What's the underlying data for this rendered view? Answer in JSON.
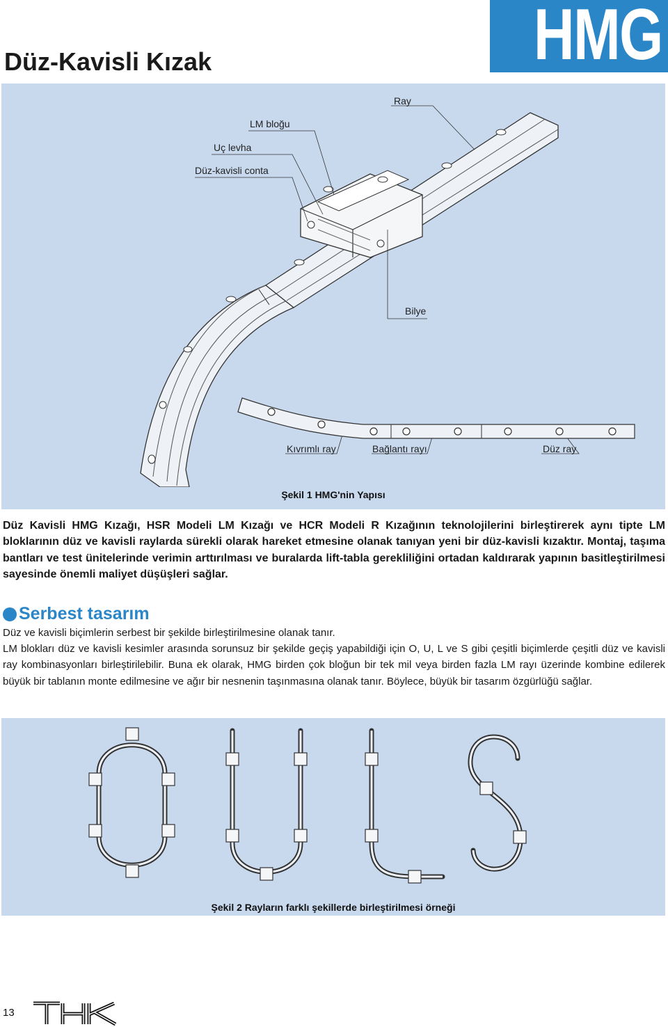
{
  "brand": "HMG",
  "title": "Düz-Kavisli Kızak",
  "figure1": {
    "labels": {
      "rail": "Ray",
      "lm_block": "LM bloğu",
      "end_plate": "Uç levha",
      "seal": "Düz-kavisli conta",
      "ball": "Bilye",
      "curved_rail": "Kıvrımlı ray",
      "joint_rail": "Bağlantı rayı",
      "straight_rail": "Düz ray"
    },
    "caption": "Şekil 1 HMG'nin Yapısı"
  },
  "intro": "Düz Kavisli HMG Kızağı, HSR Modeli LM Kızağı ve HCR Modeli R Kızağının teknolojilerini birleştirerek aynı tipte LM bloklarının düz ve kavisli raylarda sürekli olarak hareket etmesine olanak tanıyan yeni bir düz-kavisli kızaktır. Montaj, taşıma bantları ve test ünitelerinde verimin arttırılması ve buralarda lift-tabla gerekliliğini ortadan kaldırarak yapının basitleştirilmesi sayesinde önemli maliyet düşüşleri sağlar.",
  "section": {
    "title": "Serbest tasarım",
    "line1": "Düz ve kavisli biçimlerin serbest bir şekilde birleştirilmesine olanak tanır.",
    "paragraph": "LM blokları düz ve kavisli kesimler arasında sorunsuz bir şekilde geçiş yapabildiği için O, U, L ve S gibi çeşitli biçimlerde çeşitli düz ve kavisli ray kombinasyonları birleştirilebilir. Buna ek olarak, HMG birden çok bloğun bir tek mil veya birden fazla LM rayı üzerinde kombine edilerek büyük bir tablanın monte edilmesine ve ağır bir nesnenin taşınmasına olanak tanır. Böylece, büyük bir tasarım özgürlüğü sağlar."
  },
  "figure2": {
    "caption": "Şekil 2 Rayların farklı şekillerde birleştirilmesi örneği"
  },
  "page_number": "13",
  "logo": "THK",
  "colors": {
    "accent": "#2b86c8",
    "figure_bg": "#c8d9ee"
  }
}
